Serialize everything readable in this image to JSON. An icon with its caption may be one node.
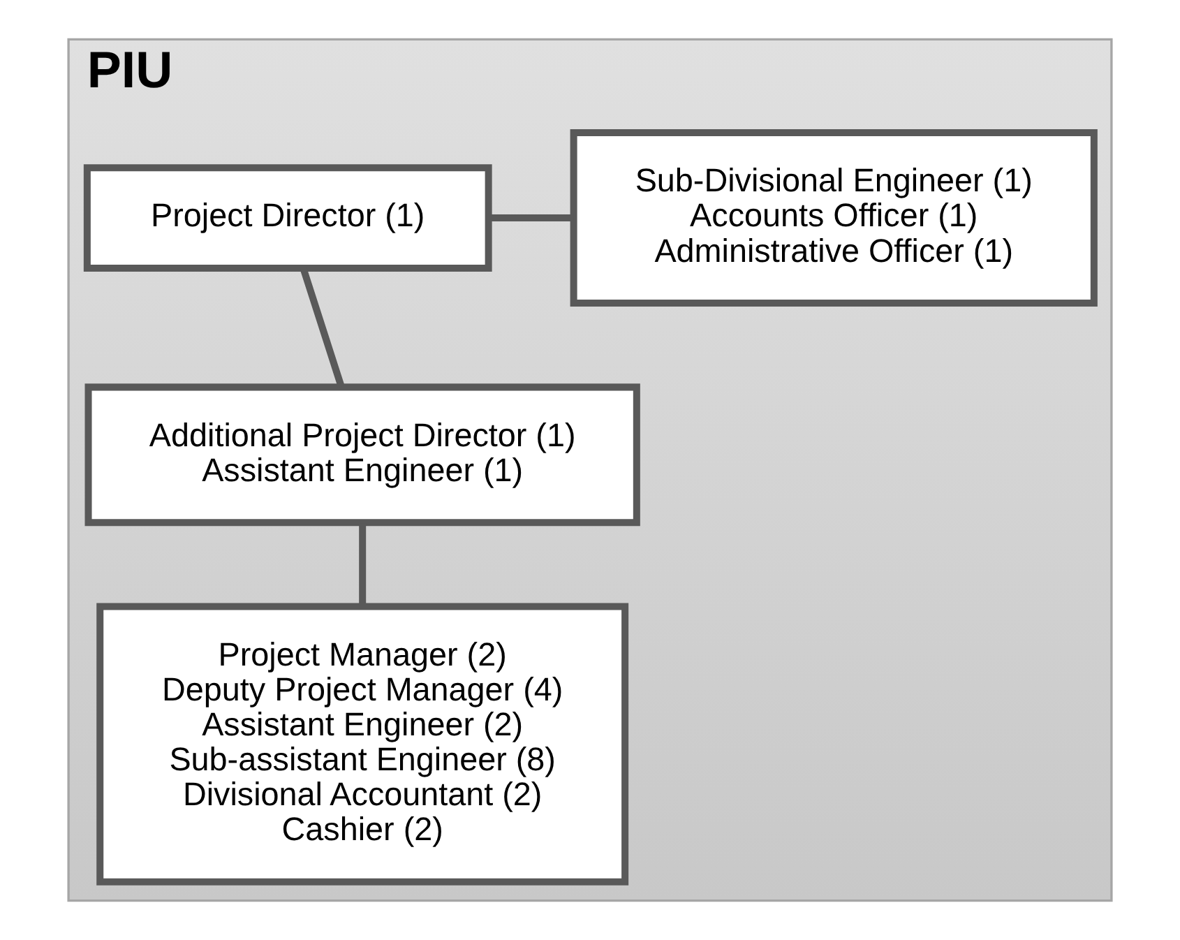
{
  "diagram": {
    "nodes": [
      {
        "text": [
          "PIU"
        ]
      },
      {
        "text": [
          "Project Director (1)"
        ],
        "in": 0
      },
      {
        "text": [
          "Sub-Divisional Engineer (1)",
          "Accounts Officer (1)",
          "Administrative Officer (1)"
        ],
        "in": 0
      },
      {
        "text": [
          "Additional Project Director (1)",
          "Assistant Engineer (1)"
        ],
        "in": 0
      },
      {
        "text": [
          "Project Manager (2)",
          "Deputy Project Manager (4)",
          "Assistant Engineer (2)",
          "Sub-assistant Engineer (8)",
          "Divisional Accountant (2)",
          "Cashier (2)"
        ],
        "in": 0
      }
    ],
    "edges": [
      {
        "from": 2,
        "to": 1,
        "arrow": "none"
      },
      {
        "from": 1,
        "to": 3,
        "arrow": "none"
      },
      {
        "from": 3,
        "to": 4,
        "arrow": "none"
      }
    ]
  }
}
